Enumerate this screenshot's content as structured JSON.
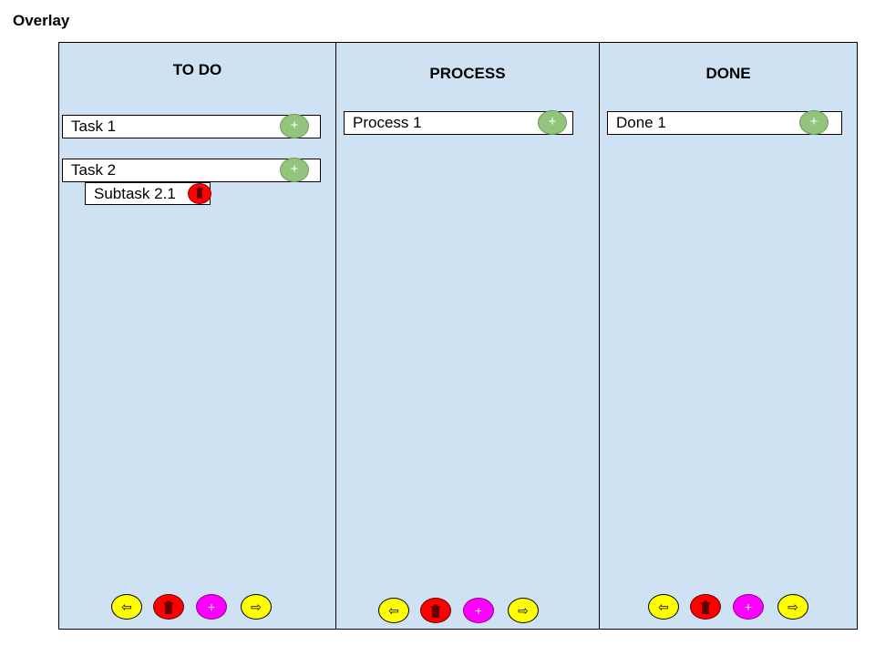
{
  "page": {
    "title": "Overlay"
  },
  "columns": [
    {
      "title": "TO DO",
      "cards": [
        {
          "label": "Task 1",
          "add_label": "+"
        },
        {
          "label": "Task 2",
          "add_label": "+",
          "subtasks": [
            {
              "label": "Subtask 2.1"
            }
          ]
        }
      ],
      "toolbar": {
        "left": "⇦",
        "add": "+",
        "right": "⇨"
      }
    },
    {
      "title": "PROCESS",
      "cards": [
        {
          "label": "Process 1",
          "add_label": "+"
        }
      ],
      "toolbar": {
        "left": "⇦",
        "add": "+",
        "right": "⇨"
      }
    },
    {
      "title": "DONE",
      "cards": [
        {
          "label": "Done 1",
          "add_label": "+"
        }
      ],
      "toolbar": {
        "left": "⇦",
        "add": "+",
        "right": "⇨"
      }
    }
  ],
  "colors": {
    "column_bg": "#cfe2f3",
    "add_button": "#93c47d",
    "delete_button": "#ff0000",
    "move_button": "#ffff00",
    "create_button": "#ff00ff"
  },
  "icons": {
    "add": "plus-icon",
    "delete": "trash-icon",
    "move_left": "arrow-left-icon",
    "move_right": "arrow-right-icon"
  }
}
